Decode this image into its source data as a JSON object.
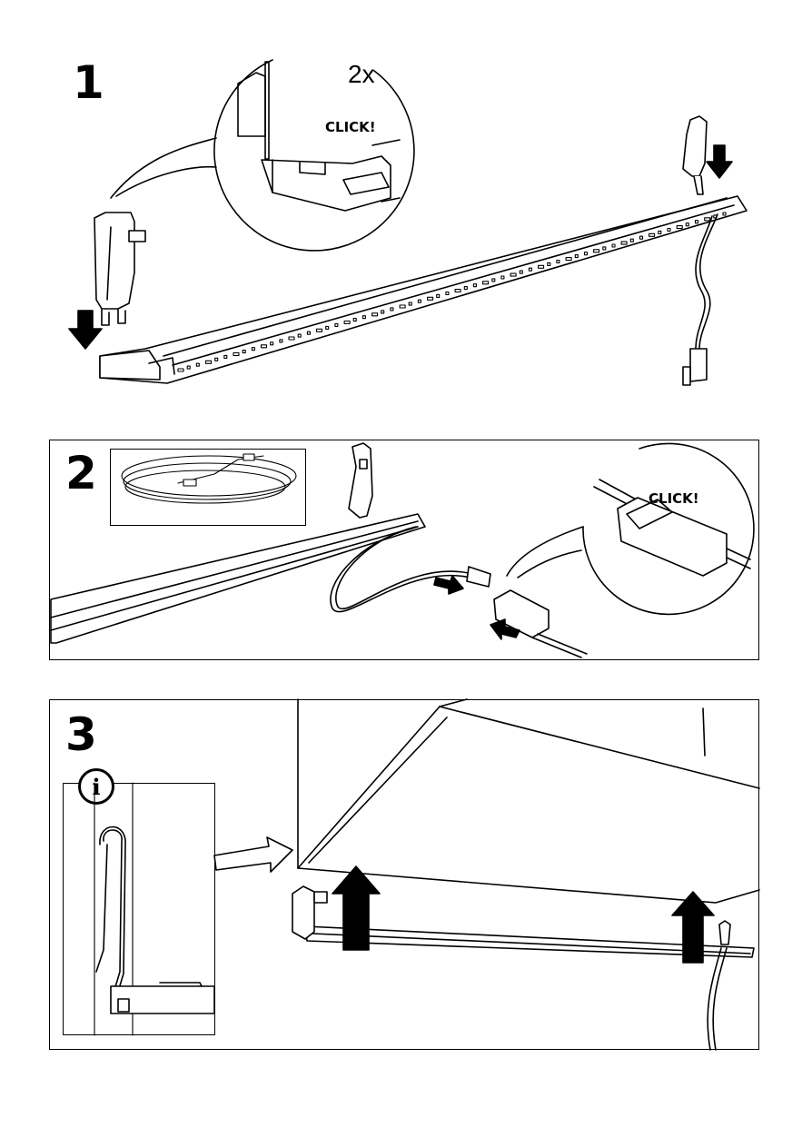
{
  "steps": [
    {
      "number": "1",
      "callout_multiplier": "2x",
      "callout_label": "CLICK!"
    },
    {
      "number": "2",
      "callout_label": "CLICK!"
    },
    {
      "number": "3",
      "info_icon": "info-icon"
    }
  ],
  "icons": [
    "arrow-down-icon",
    "arrow-right-icon",
    "arrow-up-icon",
    "info-icon"
  ]
}
